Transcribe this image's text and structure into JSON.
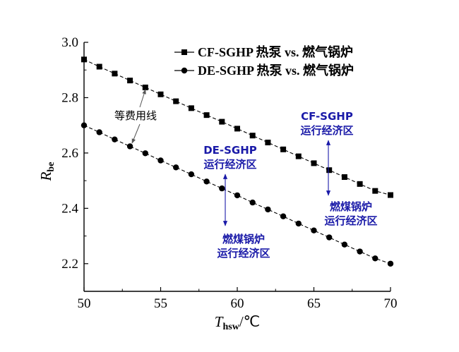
{
  "chart_data": {
    "type": "line",
    "xlabel": {
      "main": "T",
      "sub": "hsw",
      "unit": "/℃"
    },
    "ylabel": {
      "main": "R",
      "sub": "be"
    },
    "xlim": [
      50,
      70
    ],
    "ylim": [
      2.1,
      3.0
    ],
    "xticks": [
      50,
      55,
      60,
      65,
      70
    ],
    "yticks": [
      2.2,
      2.4,
      2.6,
      2.8,
      3.0
    ],
    "ytick_labels": [
      "2.2",
      "2.4",
      "2.6",
      "2.8",
      "3.0"
    ],
    "grid": false,
    "legend_position": "top-right",
    "series": [
      {
        "name": "CF-SGHP 热泵 vs. 燃气锅炉",
        "marker": "square",
        "x": [
          50,
          51,
          52,
          53,
          54,
          55,
          56,
          57,
          58,
          59,
          60,
          61,
          62,
          63,
          64,
          65,
          66,
          67,
          68,
          69,
          70
        ],
        "values": [
          2.938,
          2.912,
          2.887,
          2.862,
          2.837,
          2.812,
          2.787,
          2.762,
          2.737,
          2.713,
          2.688,
          2.663,
          2.638,
          2.613,
          2.588,
          2.563,
          2.538,
          2.513,
          2.488,
          2.463,
          2.448
        ]
      },
      {
        "name": "DE-SGHP 热泵 vs. 燃气锅炉",
        "marker": "circle",
        "x": [
          50,
          51,
          52,
          53,
          54,
          55,
          56,
          57,
          58,
          59,
          60,
          61,
          62,
          63,
          64,
          65,
          66,
          67,
          68,
          69,
          70
        ],
        "values": [
          2.7,
          2.675,
          2.649,
          2.624,
          2.599,
          2.573,
          2.548,
          2.523,
          2.497,
          2.472,
          2.447,
          2.421,
          2.396,
          2.371,
          2.345,
          2.32,
          2.295,
          2.269,
          2.244,
          2.219,
          2.2
        ]
      }
    ],
    "annotations": [
      {
        "id": "iso",
        "text": "等费用线",
        "color": "#000000"
      },
      {
        "id": "cf_region",
        "lines": [
          "CF-SGHP",
          "运行经济区"
        ],
        "color": "#1a1aa8"
      },
      {
        "id": "cf_coal",
        "lines": [
          "燃煤锅炉",
          "运行经济区"
        ],
        "color": "#1a1aa8"
      },
      {
        "id": "de_region",
        "lines": [
          "DE-SGHP",
          "运行经济区"
        ],
        "color": "#1a1aa8"
      },
      {
        "id": "de_coal",
        "lines": [
          "燃煤锅炉",
          "运行经济区"
        ],
        "color": "#1a1aa8"
      }
    ]
  }
}
